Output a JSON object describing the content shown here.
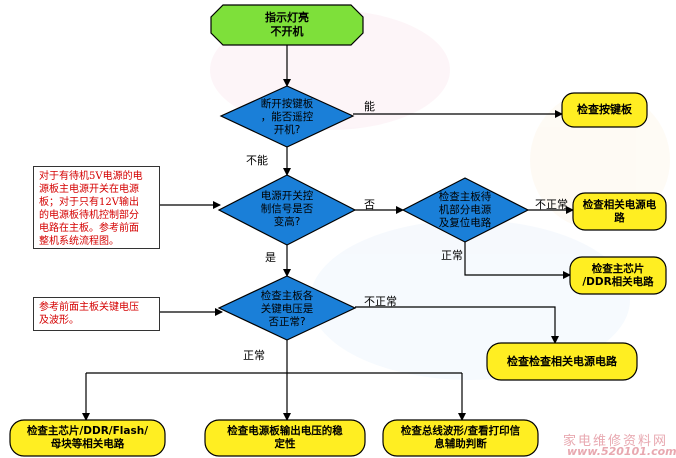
{
  "nodes": {
    "start": "指示灯亮\n不开机",
    "d_keyboard": "断开按键板\n，能否遥控\n开机?",
    "check_keyboard": "检查按键板",
    "d_power_signal": "电源开关控\n制信号是否\n变高?",
    "check_standby": "检查主板待\n机部分电源\n及复位电路",
    "check_power_circuit": "检查相关电源电\n路",
    "check_chip_ddr": "检查主芯片\n/DDR相关电路",
    "d_voltage": "检查主板各\n关键电压是\n否正常?",
    "check_check_power": "检查检查相关电源电路",
    "check_main_chip_flash": "检查主芯片/DDR/Flash/\n母块等相关电路",
    "check_power_board_output": "检查电源板输出电压的稳\n定性",
    "check_bus_waveform": "检查总线波形/查看打印信\n息辅助判断"
  },
  "edge_labels": {
    "yes_keyboard": "能",
    "no_keyboard": "不能",
    "no_signal": "否",
    "yes_signal": "是",
    "abnormal_standby": "不正常",
    "normal_standby": "正常",
    "abnormal_voltage": "不正常",
    "normal_voltage": "正常"
  },
  "notes": {
    "note_standby": "对于有待机5V电源的电\n源板主电源开关在电源\n板；对于只有12V输出\n的电源板待机控制部分\n电路在主板。参考前面\n整机系统流程图。",
    "note_voltage": "参考前面主板关键电压\n及波形。"
  },
  "watermark": {
    "line1": "家电维修资料网",
    "line2": "www.520101.com"
  },
  "colors": {
    "start_fill": "#7ee03a",
    "decision_fill": "#1a7fd8",
    "process_fill": "#ffee22",
    "note_text": "#d40000",
    "line": "#000000"
  }
}
